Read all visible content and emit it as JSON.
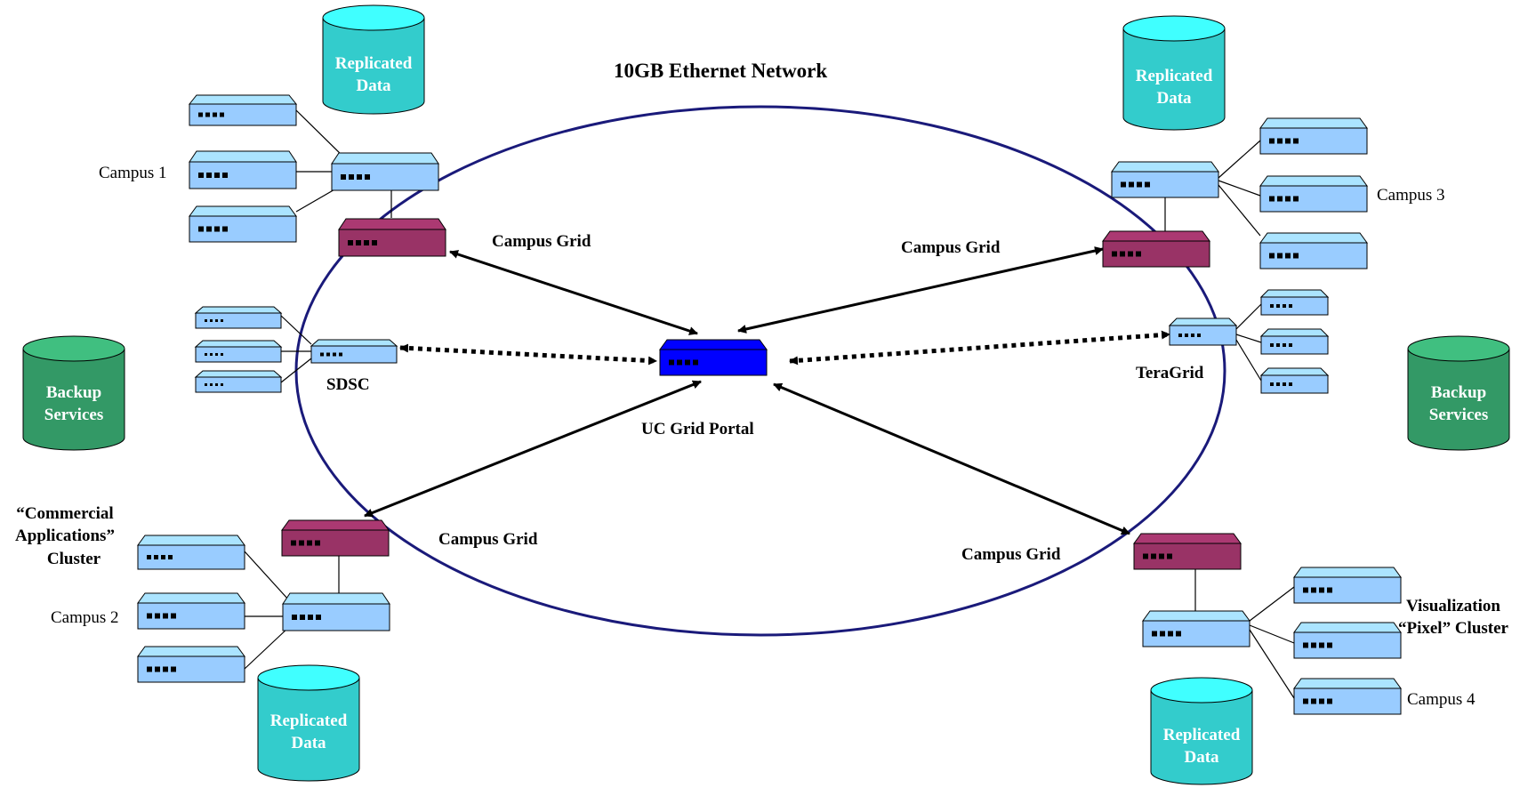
{
  "title": "10GB Ethernet Network",
  "portal_label": "UC Grid Portal",
  "campus_grid_label": "Campus Grid",
  "nodes": {
    "sdsc": "SDSC",
    "teragrid": "TeraGrid"
  },
  "campuses": {
    "campus1": "Campus 1",
    "campus2": "Campus 2",
    "campus3": "Campus 3",
    "campus4": "Campus 4"
  },
  "clusters": {
    "commercial": [
      "“Commercial",
      "Applications”",
      "Cluster"
    ],
    "visualization": [
      "Visualization",
      "“Pixel” Cluster"
    ]
  },
  "storage": {
    "replicated": [
      "Replicated",
      "Data"
    ],
    "backup": [
      "Backup",
      "Services"
    ]
  },
  "colors": {
    "ring": "#1a1a7a",
    "server_blue": "#99ccff",
    "router_maroon": "#993366",
    "portal_blue": "#0000ff",
    "replicated_teal": "#33cccc",
    "backup_green": "#339966"
  }
}
